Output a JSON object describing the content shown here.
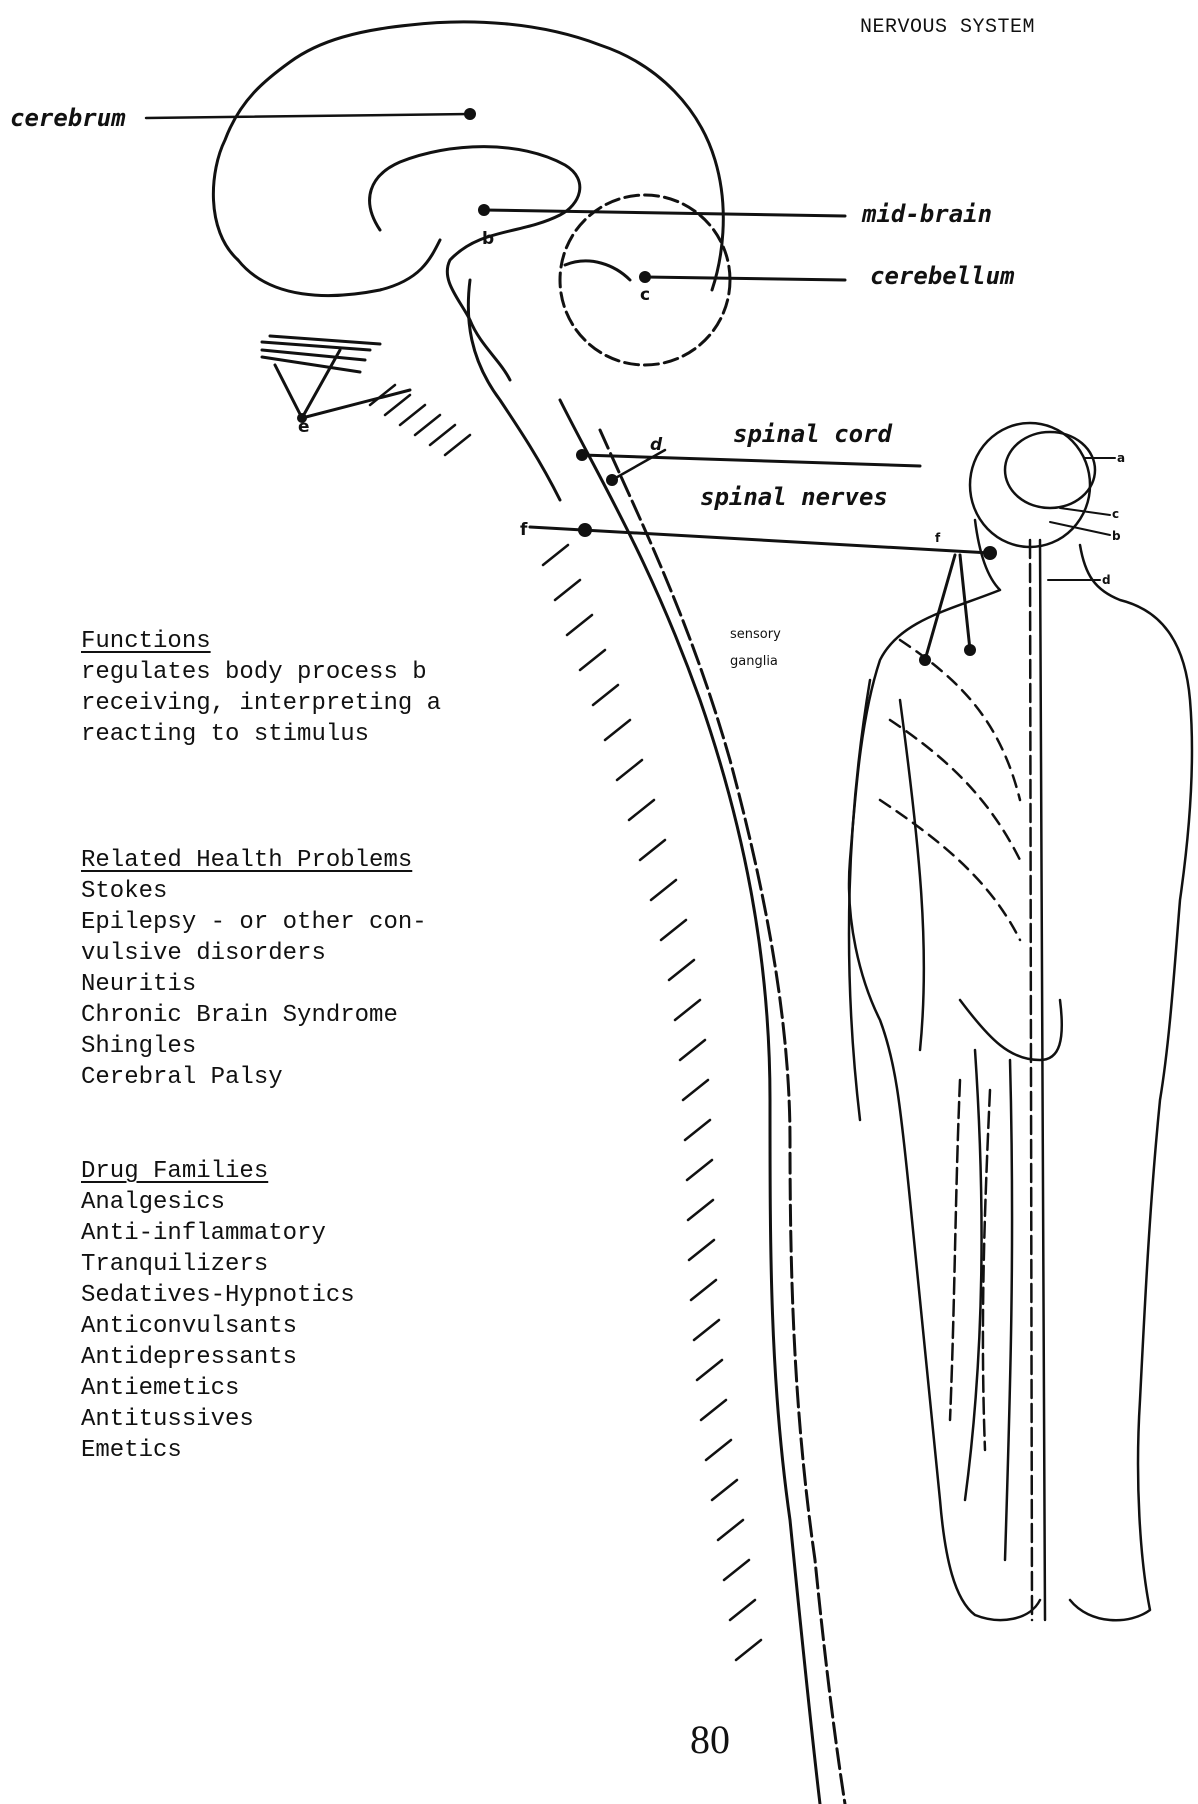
{
  "title": "NERVOUS SYSTEM",
  "brain_labels": {
    "cerebrum": "cerebrum",
    "mid_brain": "mid-brain",
    "cerebellum": "cerebellum",
    "spinal_cord": "spinal cord",
    "spinal_nerves": "spinal nerves"
  },
  "point_letters": {
    "b": "b",
    "c": "c",
    "d": "d",
    "e": "e",
    "f": "f"
  },
  "ganglia_label": [
    "sensory",
    "ganglia"
  ],
  "body_letters": [
    "a",
    "c",
    "b",
    "d",
    "f"
  ],
  "functions": {
    "heading": "Functions",
    "lines": [
      "regulates body process b",
      "receiving, interpreting a",
      "reacting to stimulus"
    ]
  },
  "health_problems": {
    "heading": "Related Health Problems",
    "lines": [
      "Stokes",
      "Epilepsy - or other con-",
      "vulsive disorders",
      "Neuritis",
      "Chronic Brain Syndrome",
      "Shingles",
      "Cerebral Palsy"
    ]
  },
  "drug_families": {
    "heading": "Drug Families",
    "lines": [
      "Analgesics",
      "Anti-inflammatory",
      "Tranquilizers",
      "Sedatives-Hypnotics",
      "Anticonvulsants",
      "Antidepressants",
      "Antiemetics",
      "Antitussives",
      "Emetics"
    ]
  },
  "page_number": "80"
}
